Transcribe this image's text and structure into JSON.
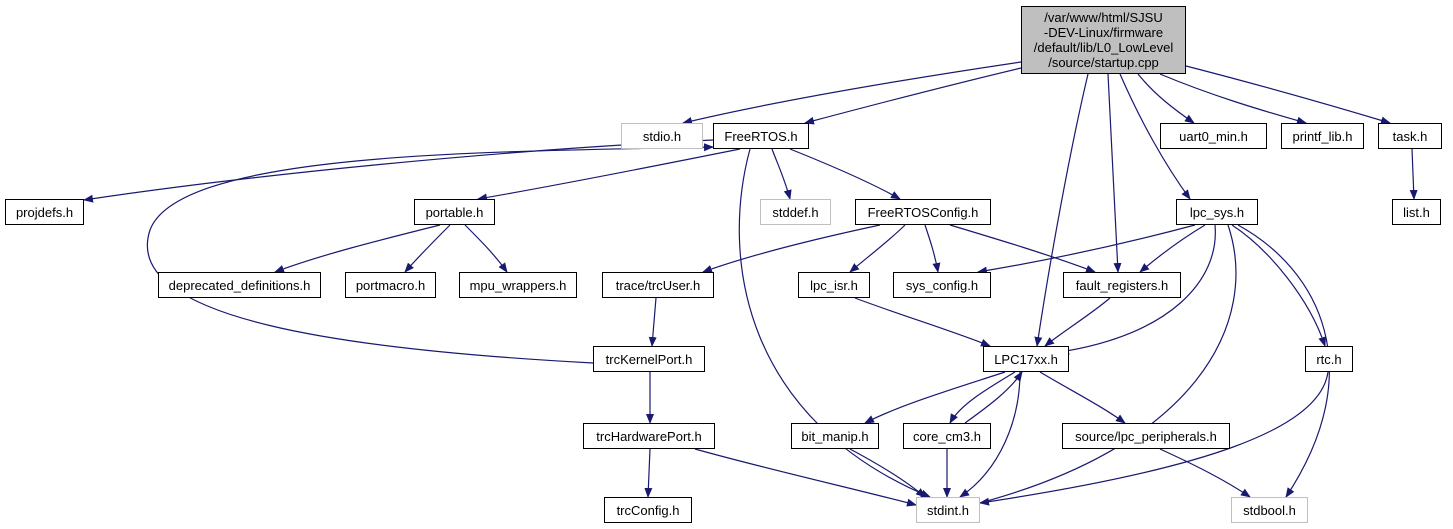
{
  "root": {
    "lines": [
      "/var/www/html/SJSU",
      "-DEV-Linux/firmware",
      "/default/lib/L0_LowLevel",
      "/source/startup.cpp"
    ]
  },
  "nodes": {
    "stdio_h": "stdio.h",
    "freertos_h": "FreeRTOS.h",
    "uart0_min_h": "uart0_min.h",
    "printf_lib_h": "printf_lib.h",
    "task_h": "task.h",
    "projdefs_h": "projdefs.h",
    "portable_h": "portable.h",
    "stddef_h": "stddef.h",
    "freertosconfig_h": "FreeRTOSConfig.h",
    "lpc_sys_h": "lpc_sys.h",
    "list_h": "list.h",
    "deprecated_definitions_h": "deprecated_definitions.h",
    "portmacro_h": "portmacro.h",
    "mpu_wrappers_h": "mpu_wrappers.h",
    "trcuser_h": "trace/trcUser.h",
    "lpc_isr_h": "lpc_isr.h",
    "sys_config_h": "sys_config.h",
    "fault_registers_h": "fault_registers.h",
    "trckernelport_h": "trcKernelPort.h",
    "lpc17xx_h": "LPC17xx.h",
    "rtc_h": "rtc.h",
    "trchardwareport_h": "trcHardwarePort.h",
    "bit_manip_h": "bit_manip.h",
    "core_cm3_h": "core_cm3.h",
    "lpc_peripherals_h": "source/lpc_peripherals.h",
    "trcconfig_h": "trcConfig.h",
    "stdint_h": "stdint.h",
    "stdbool_h": "stdbool.h"
  },
  "colors": {
    "edge": "#191970",
    "root_fill": "#bfbfbf",
    "node_border": "#000000",
    "missing_border": "#bfbfbf"
  }
}
